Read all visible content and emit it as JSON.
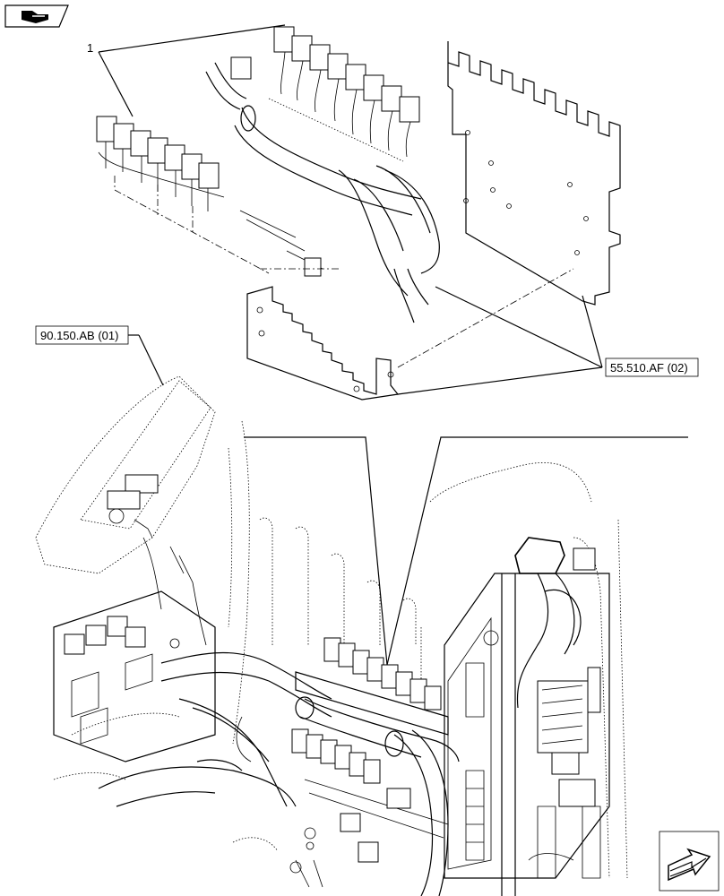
{
  "callouts": {
    "item_number": "1",
    "ref_upper_left": "90.150.AB (01)",
    "ref_right": "55.510.AF (02)"
  },
  "icons": {
    "top_left": "book-pointer-icon",
    "bottom_right": "next-page-arrow-icon"
  }
}
